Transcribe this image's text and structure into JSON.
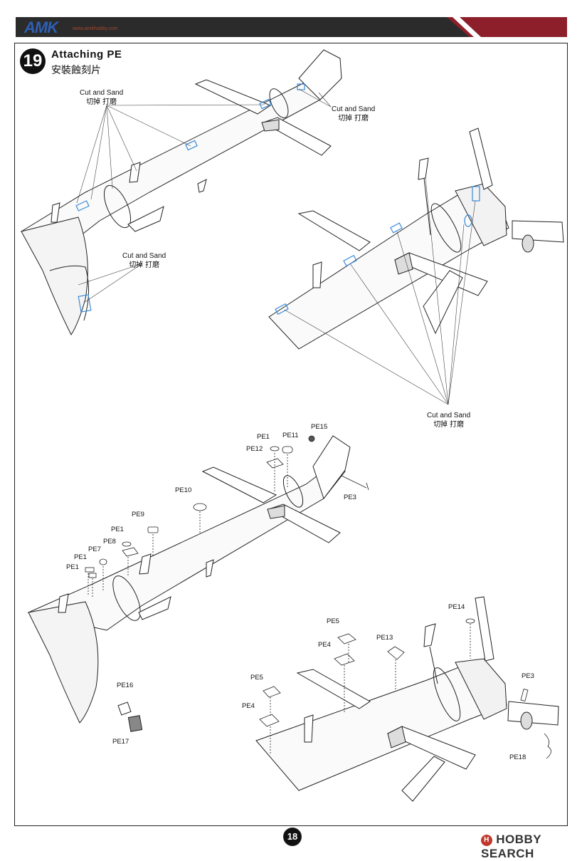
{
  "header": {
    "brand": "AMK",
    "url": "www.amkhobby.com",
    "accent_color": "#8c1f2a"
  },
  "step": {
    "number": "19",
    "title": "Attaching PE",
    "subtitle": "安裝蝕刻片"
  },
  "notes": {
    "cut_sand_1": {
      "en": "Cut and Sand",
      "zh": "切掉 打磨"
    },
    "cut_sand_2": {
      "en": "Cut and Sand",
      "zh": "切掉 打磨"
    },
    "cut_sand_3": {
      "en": "Cut and Sand",
      "zh": "切掉 打磨"
    },
    "cut_sand_4": {
      "en": "Cut and Sand",
      "zh": "切掉 打磨"
    }
  },
  "parts": {
    "pe1_a": "PE1",
    "pe11": "PE11",
    "pe15": "PE15",
    "pe12": "PE12",
    "pe3_a": "PE3",
    "pe10": "PE10",
    "pe9": "PE9",
    "pe1_b": "PE1",
    "pe8": "PE8",
    "pe7": "PE7",
    "pe1_c": "PE1",
    "pe1_d": "PE1",
    "pe16": "PE16",
    "pe17": "PE17",
    "pe14": "PE14",
    "pe5_a": "PE5",
    "pe13": "PE13",
    "pe4_a": "PE4",
    "pe3_b": "PE3",
    "pe5_b": "PE5",
    "pe4_b": "PE4",
    "pe18": "PE18"
  },
  "footer": {
    "page_number": "18",
    "watermark": "HOBBY SEARCH"
  }
}
